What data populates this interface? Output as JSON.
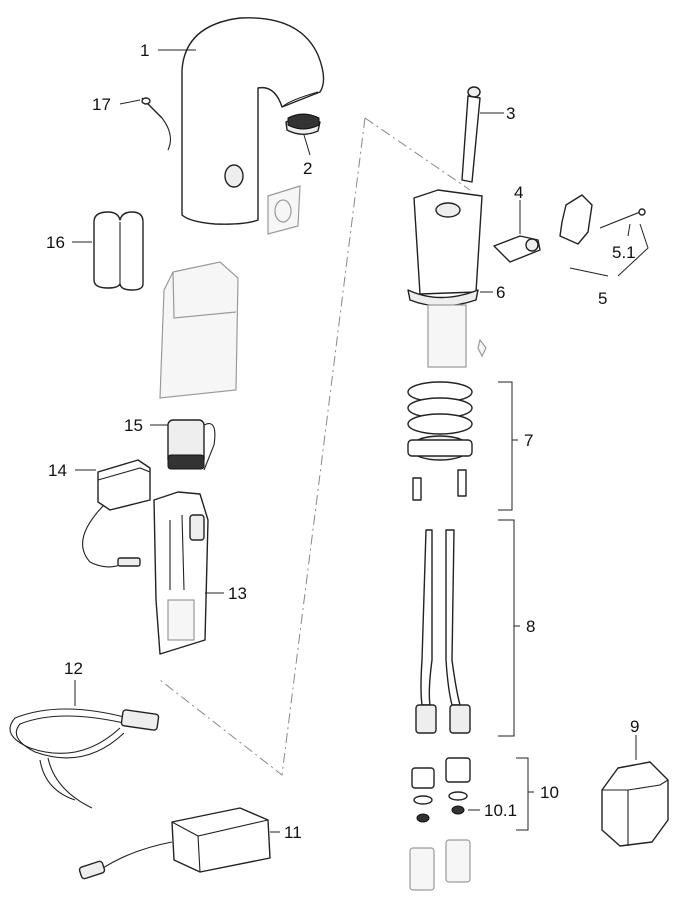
{
  "labels": {
    "p1": "1",
    "p2": "2",
    "p3": "3",
    "p4": "4",
    "p5": "5",
    "p5_1": "5.1",
    "p6": "6",
    "p7": "7",
    "p8": "8",
    "p9": "9",
    "p10": "10",
    "p10_1": "10.1",
    "p11": "11",
    "p12": "12",
    "p13": "13",
    "p14": "14",
    "p15": "15",
    "p16": "16",
    "p17": "17"
  }
}
